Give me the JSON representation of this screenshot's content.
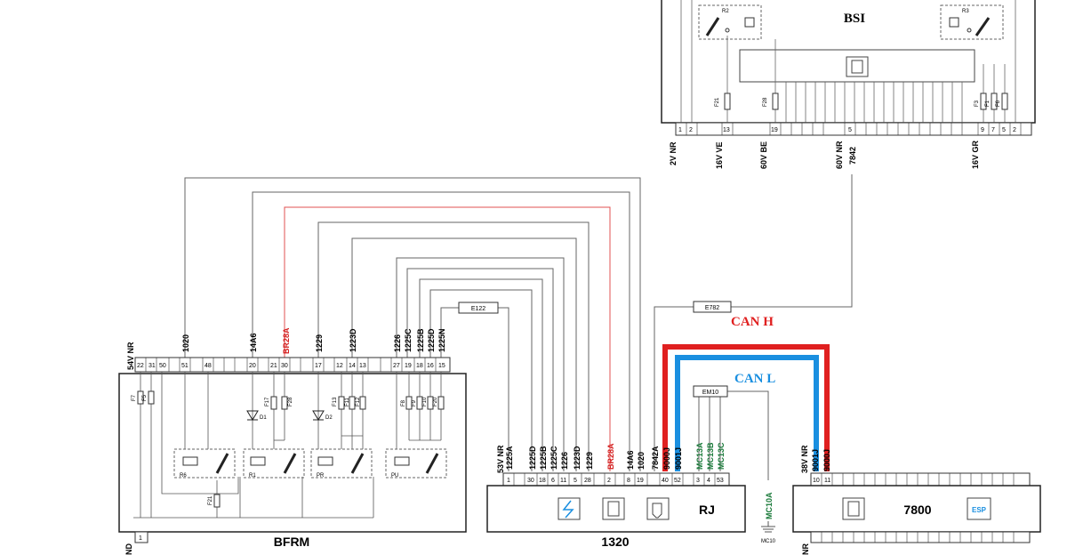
{
  "colors": {
    "can_h": "#e02020",
    "can_l": "#1a8fe0",
    "wire": "#555555",
    "red_wire": "#e05050",
    "green_wire": "#1a7a3a"
  },
  "modules": {
    "bsi": {
      "name": "BSI",
      "relay_left": "R2",
      "relay_right": "R3",
      "fuses": [
        "F21",
        "F28",
        "F3",
        "F1",
        "F6"
      ],
      "pins": [
        "1",
        "2",
        "13",
        "19",
        "5",
        "9",
        "7",
        "5",
        "2"
      ],
      "wires": [
        "2V NR",
        "16V VE",
        "60V BE",
        "60V NR",
        "7842",
        "16V GR"
      ]
    },
    "bfrm": {
      "name": "BFRM",
      "top_label": "54V NR",
      "pins": [
        "22",
        "31",
        "50",
        "51",
        "48",
        "20",
        "21",
        "30",
        "17",
        "12",
        "14",
        "13",
        "27",
        "19",
        "18",
        "16",
        "15"
      ],
      "wires": [
        "1020",
        "14A6",
        "BR28A",
        "1229",
        "1223D",
        "1226",
        "1225C",
        "1225B",
        "1225D",
        "1225N"
      ],
      "fuses": [
        "F7",
        "F5",
        "F17",
        "F28",
        "F13",
        "F11",
        "F12",
        "F8",
        "F9",
        "F10",
        "F20",
        "F21"
      ],
      "diodes": [
        "D1",
        "D2"
      ],
      "relays": [
        "R6",
        "R1",
        "PR",
        "PU"
      ],
      "bottom_pin": "1",
      "bottom_wire": "ND"
    },
    "m1320": {
      "name": "1320",
      "sub": "RJ",
      "pins": [
        "1",
        "30",
        "18",
        "6",
        "11",
        "5",
        "28",
        "2",
        "8",
        "19",
        "40",
        "52",
        "3",
        "4",
        "53"
      ],
      "wires": [
        "53V NR",
        "1225A",
        "1225D",
        "1225B",
        "1225C",
        "1226",
        "1223D",
        "1229",
        "BR28A",
        "14A6",
        "1020",
        "7842A",
        "9000J",
        "9001J",
        "MC13A",
        "MC13B",
        "MC13C"
      ]
    },
    "m7800": {
      "name": "7800",
      "esp": "ESP",
      "pins": [
        "10",
        "11"
      ],
      "wires": [
        "38V NR",
        "9001J",
        "9000J"
      ],
      "bottom_wire": "NR"
    }
  },
  "connectors": {
    "e122": "E122",
    "e782": "E782",
    "em10": "EM10"
  },
  "ground": {
    "wire": "MC10A",
    "label": "MC10"
  },
  "bus": {
    "can_h": "CAN H",
    "can_l": "CAN L"
  }
}
